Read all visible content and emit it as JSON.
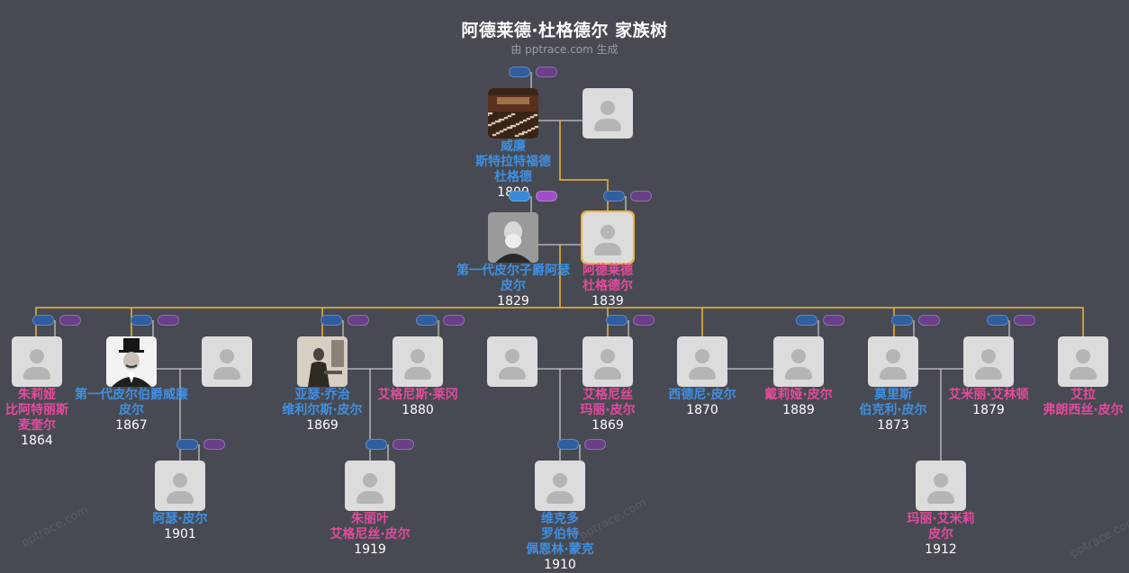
{
  "header": {
    "title": "阿德莱德·杜格德尔 家族树",
    "subtitle": "由 pptrace.com 生成"
  },
  "watermark": "pptrace.com",
  "colors": {
    "male": "#3f8fe2",
    "female": "#e64a9c",
    "line": "#f0b637",
    "background": "#474a52"
  },
  "people": [
    {
      "id": "william",
      "gender": "male",
      "photo": "theatre-photo",
      "lines": [
        "威廉",
        "斯特拉特福德",
        "杜格德"
      ],
      "year": "1800"
    },
    {
      "id": "william-spouse",
      "gender": "unknown",
      "photo": "placeholder",
      "lines": [],
      "year": ""
    },
    {
      "id": "arthur-peel-1",
      "gender": "male",
      "photo": "portrait-bearded",
      "lines": [
        "第一代皮尔子爵阿瑟",
        "皮尔"
      ],
      "year": "1829"
    },
    {
      "id": "adelaide",
      "gender": "female",
      "photo": "placeholder",
      "lines": [
        "阿德莱德",
        "杜格德尔"
      ],
      "year": "1839"
    },
    {
      "id": "julia",
      "gender": "female",
      "photo": "placeholder",
      "lines": [
        "朱莉娅",
        "比阿特丽斯",
        "麦奎尔"
      ],
      "year": "1864"
    },
    {
      "id": "william-peel",
      "gender": "male",
      "photo": "portrait-tophat",
      "lines": [
        "第一代皮尔伯爵威廉",
        "皮尔"
      ],
      "year": "1867"
    },
    {
      "id": "william-peel-spouse",
      "gender": "unknown",
      "photo": "placeholder",
      "lines": [],
      "year": ""
    },
    {
      "id": "arthur-george",
      "gender": "male",
      "photo": "portrait-seated",
      "lines": [
        "亚瑟·乔治",
        "维利尔斯·皮尔"
      ],
      "year": "1869"
    },
    {
      "id": "agnes-lane",
      "gender": "female",
      "photo": "placeholder",
      "lines": [
        "艾格尼斯·莱冈"
      ],
      "year": "1880"
    },
    {
      "id": "agnes-spouse",
      "gender": "unknown",
      "photo": "placeholder",
      "lines": [],
      "year": ""
    },
    {
      "id": "agnes-mary",
      "gender": "female",
      "photo": "placeholder",
      "lines": [
        "艾格尼丝",
        "玛丽·皮尔"
      ],
      "year": "1869"
    },
    {
      "id": "sidney",
      "gender": "male",
      "photo": "placeholder",
      "lines": [
        "西德尼·皮尔"
      ],
      "year": "1870"
    },
    {
      "id": "delia",
      "gender": "female",
      "photo": "placeholder",
      "lines": [
        "戴莉娅·皮尔"
      ],
      "year": "1889"
    },
    {
      "id": "maurice",
      "gender": "male",
      "photo": "placeholder",
      "lines": [
        "莫里斯",
        "伯克利·皮尔"
      ],
      "year": "1873"
    },
    {
      "id": "emily",
      "gender": "female",
      "photo": "placeholder",
      "lines": [
        "艾米丽·艾林顿"
      ],
      "year": "1879"
    },
    {
      "id": "ella",
      "gender": "female",
      "photo": "placeholder",
      "lines": [
        "艾拉",
        "弗朗西丝·皮尔"
      ],
      "year": ""
    },
    {
      "id": "arthur-peel-2",
      "gender": "male",
      "photo": "placeholder",
      "lines": [
        "阿瑟·皮尔"
      ],
      "year": "1901"
    },
    {
      "id": "juliet",
      "gender": "female",
      "photo": "placeholder",
      "lines": [
        "朱丽叶",
        "艾格尼丝·皮尔"
      ],
      "year": "1919"
    },
    {
      "id": "victor",
      "gender": "male",
      "photo": "placeholder",
      "lines": [
        "维克多",
        "罗伯特",
        "佩恩林·蒙克"
      ],
      "year": "1910"
    },
    {
      "id": "mary-emily",
      "gender": "female",
      "photo": "placeholder",
      "lines": [
        "玛丽·艾米莉",
        "皮尔"
      ],
      "year": "1912"
    }
  ]
}
